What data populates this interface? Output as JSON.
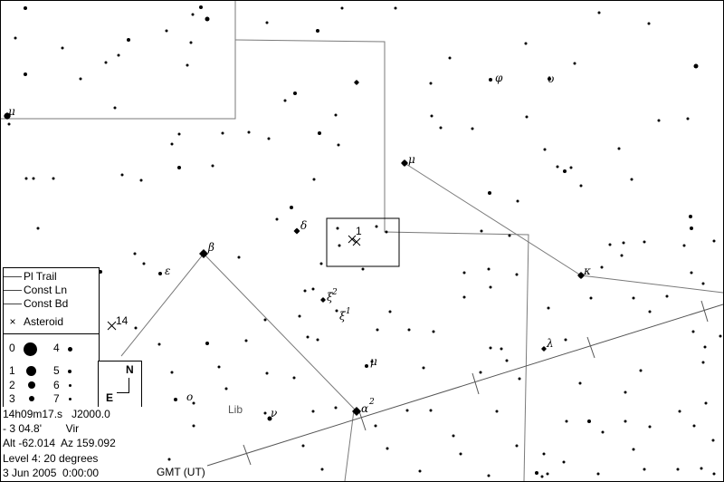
{
  "legend": {
    "items": [
      {
        "label": "Pl Trail",
        "icon": "line"
      },
      {
        "label": "Const Ln",
        "icon": "line"
      },
      {
        "label": "Const Bd",
        "icon": "line"
      },
      {
        "label": "Asteroid",
        "icon": "cross-icon"
      }
    ],
    "magnitude_label_0": "0",
    "magnitude_label_1": "1",
    "magnitude_label_2": "2",
    "magnitude_label_3": "3",
    "magnitude_label_4": "4",
    "magnitude_label_5": "5",
    "magnitude_label_6": "6",
    "magnitude_label_7": "7"
  },
  "compass": {
    "north": "N",
    "east": "E"
  },
  "info": {
    "ra": "14h09m17.s",
    "epoch": "J2000.0",
    "dec": "- 3 04.8'",
    "constellation": "Vir",
    "altaz": "Alt -62.014  Az 159.092",
    "level": "Level 4: 20 degrees",
    "datetime": "3 Jun 2005  0:00:00",
    "timezone": "GMT (UT)"
  },
  "labels": {
    "mu_topleft": "μ",
    "phi": "φ",
    "upsilon": "υ",
    "mu_upper": "μ",
    "delta": "δ",
    "one": "1",
    "beta": "β",
    "epsilon": "ε",
    "xi": "ξ",
    "xi_sup2": "2",
    "xi_sup1": "1",
    "kappa": "κ",
    "fourteen": "14",
    "lambda": "λ",
    "mu_lower": "μ",
    "alpha": "α",
    "alpha_sup": "2",
    "omicron": "o",
    "lib": "Lib",
    "nu": "ν"
  },
  "colors": {
    "background": "#ffffff",
    "ink": "#000000",
    "line": "#7a7a7a"
  }
}
